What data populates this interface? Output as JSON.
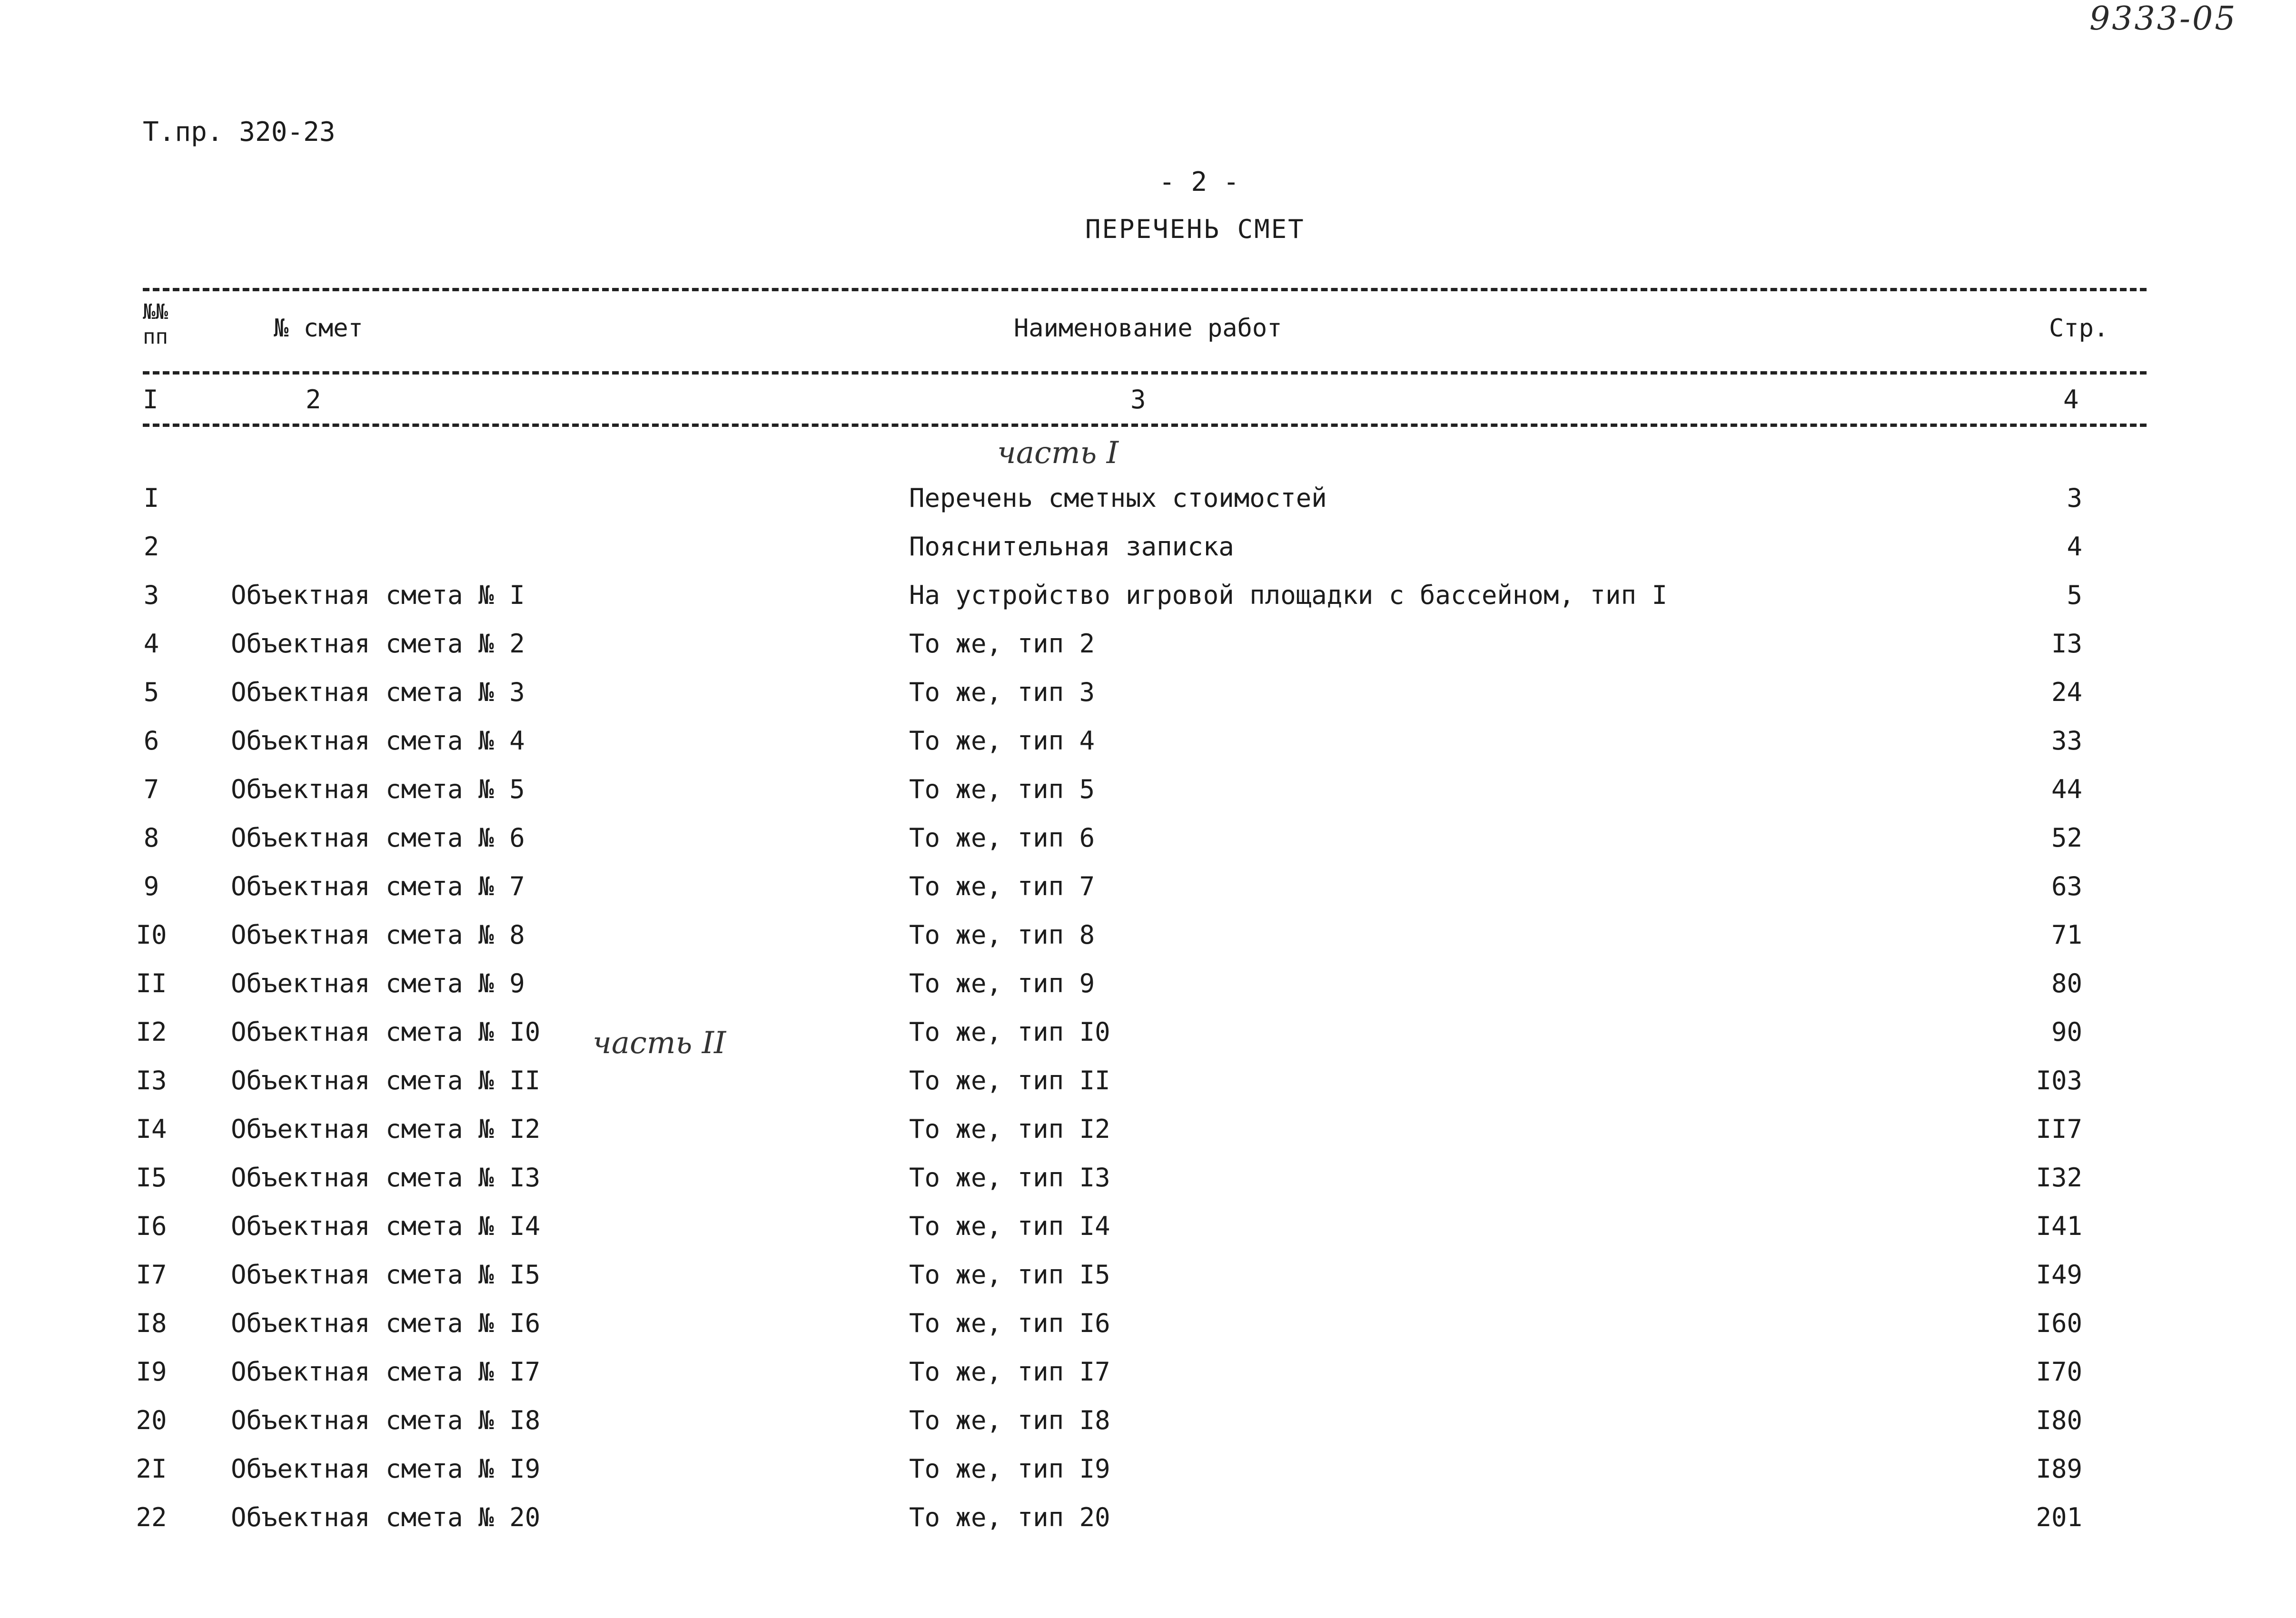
{
  "archive_number": "9333-05",
  "doc_code": "Т.пр. 320-23",
  "page_number": "- 2 -",
  "title": "ПЕРЕЧЕНЬ СМЕТ",
  "table": {
    "headers": {
      "num": "№№ пп",
      "smeta": "№ смет",
      "name": "Наименование работ",
      "page": "Стр."
    },
    "column_numbers": [
      "I",
      "2",
      "3",
      "4"
    ],
    "part1_label": "часть I",
    "part2_label": "часть II",
    "rows": [
      {
        "num": "I",
        "smeta": "",
        "name": "Перечень сметных стоимостей",
        "page": "3"
      },
      {
        "num": "2",
        "smeta": "",
        "name": "Пояснительная записка",
        "page": "4"
      },
      {
        "num": "3",
        "smeta": "Объектная смета № I",
        "name": "На устройство игровой площадки с бассейном, тип I",
        "page": "5"
      },
      {
        "num": "4",
        "smeta": "Объектная смета № 2",
        "name": "То же, тип 2",
        "page": "I3"
      },
      {
        "num": "5",
        "smeta": "Объектная смета № 3",
        "name": "То же, тип 3",
        "page": "24"
      },
      {
        "num": "6",
        "smeta": "Объектная смета № 4",
        "name": "То же, тип 4",
        "page": "33"
      },
      {
        "num": "7",
        "smeta": "Объектная смета № 5",
        "name": "То же, тип 5",
        "page": "44"
      },
      {
        "num": "8",
        "smeta": "Объектная смета № 6",
        "name": "То же, тип 6",
        "page": "52"
      },
      {
        "num": "9",
        "smeta": "Объектная смета № 7",
        "name": "То же, тип 7",
        "page": "63"
      },
      {
        "num": "I0",
        "smeta": "Объектная смета № 8",
        "name": "То же, тип 8",
        "page": "71"
      },
      {
        "num": "II",
        "smeta": "Объектная смета № 9",
        "name": "То же, тип 9",
        "page": "80"
      },
      {
        "num": "I2",
        "smeta": "Объектная смета № I0",
        "name": "То же, тип I0",
        "page": "90"
      },
      {
        "num": "I3",
        "smeta": "Объектная смета № II",
        "name": "То же, тип II",
        "page": "I03"
      },
      {
        "num": "I4",
        "smeta": "Объектная смета № I2",
        "name": "То же, тип I2",
        "page": "II7"
      },
      {
        "num": "I5",
        "smeta": "Объектная смета № I3",
        "name": "То же, тип I3",
        "page": "I32"
      },
      {
        "num": "I6",
        "smeta": "Объектная смета № I4",
        "name": "То же, тип I4",
        "page": "I41"
      },
      {
        "num": "I7",
        "smeta": "Объектная смета № I5",
        "name": "То же, тип I5",
        "page": "I49"
      },
      {
        "num": "I8",
        "smeta": "Объектная смета № I6",
        "name": "То же, тип I6",
        "page": "I60"
      },
      {
        "num": "I9",
        "smeta": "Объектная смета № I7",
        "name": "То же, тип I7",
        "page": "I70"
      },
      {
        "num": "20",
        "smeta": "Объектная смета № I8",
        "name": "То же, тип I8",
        "page": "I80"
      },
      {
        "num": "2I",
        "smeta": "Объектная смета № I9",
        "name": "То же, тип I9",
        "page": "I89"
      },
      {
        "num": "22",
        "smeta": "Объектная смета № 20",
        "name": "То же, тип 20",
        "page": "201"
      }
    ]
  }
}
